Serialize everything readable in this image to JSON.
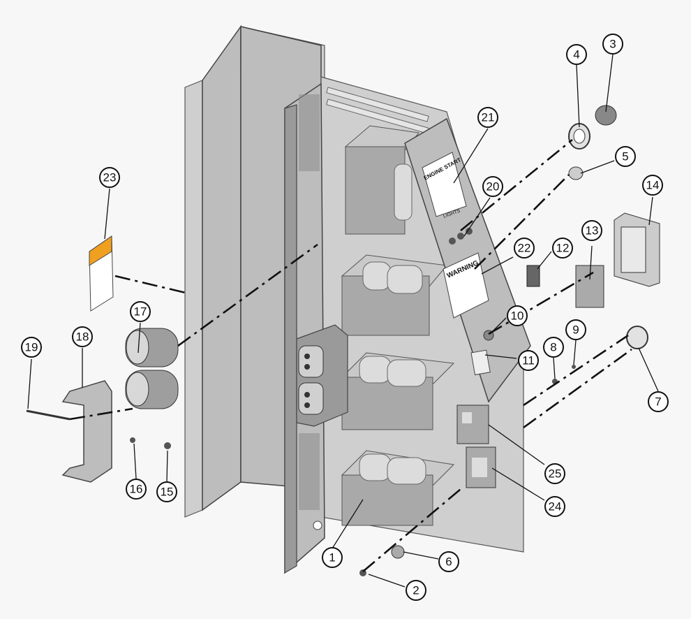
{
  "labels": {
    "engine_start": "ENGINE START",
    "lights": "LIGHTS",
    "warning": "WARNING"
  },
  "callouts": [
    {
      "id": "1",
      "text": "1"
    },
    {
      "id": "2",
      "text": "2"
    },
    {
      "id": "3",
      "text": "3"
    },
    {
      "id": "4",
      "text": "4"
    },
    {
      "id": "5",
      "text": "5"
    },
    {
      "id": "6",
      "text": "6"
    },
    {
      "id": "7",
      "text": "7"
    },
    {
      "id": "8",
      "text": "8"
    },
    {
      "id": "9",
      "text": "9"
    },
    {
      "id": "10",
      "text": "10"
    },
    {
      "id": "11",
      "text": "11"
    },
    {
      "id": "12",
      "text": "12"
    },
    {
      "id": "13",
      "text": "13"
    },
    {
      "id": "14",
      "text": "14"
    },
    {
      "id": "15",
      "text": "15"
    },
    {
      "id": "16",
      "text": "16"
    },
    {
      "id": "17",
      "text": "17"
    },
    {
      "id": "18",
      "text": "18"
    },
    {
      "id": "19",
      "text": "19"
    },
    {
      "id": "20",
      "text": "20"
    },
    {
      "id": "21",
      "text": "21"
    },
    {
      "id": "22",
      "text": "22"
    },
    {
      "id": "23",
      "text": "23"
    },
    {
      "id": "24",
      "text": "24"
    },
    {
      "id": "25",
      "text": "25"
    }
  ],
  "colors": {
    "metal": "#bdbdbd",
    "metal_dark": "#9a9a9a",
    "outline": "#444444",
    "warning_orange": "#f0a020",
    "warning_red": "#8a1a1a"
  }
}
